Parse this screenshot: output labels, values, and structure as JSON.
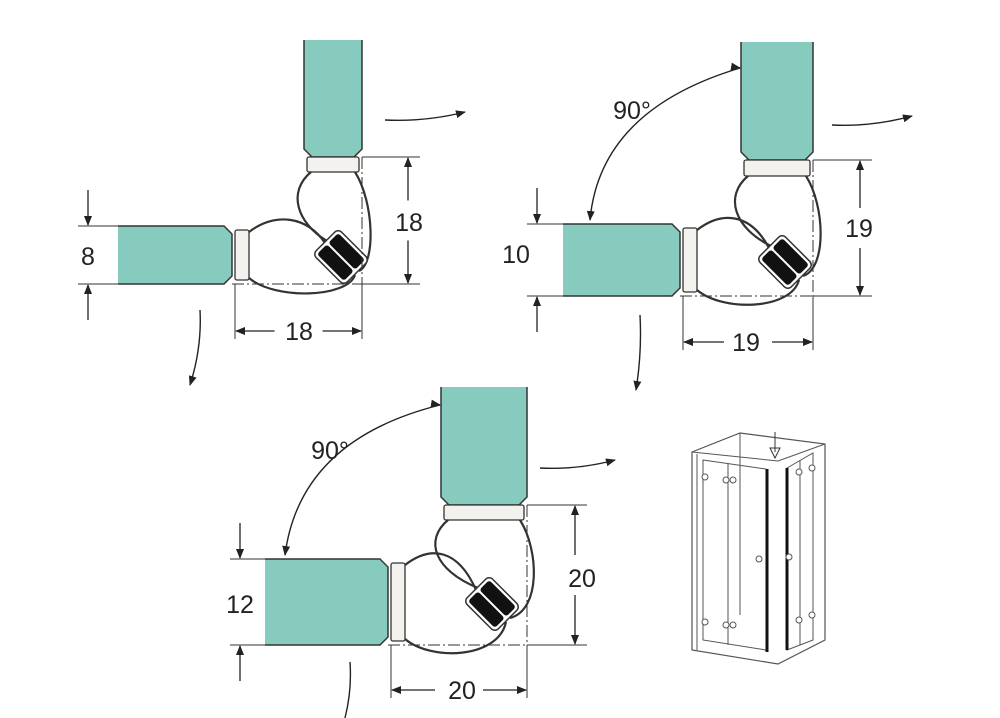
{
  "diagrams": [
    {
      "label_height": "8",
      "label_vertical": "18",
      "label_horizontal": "18",
      "label_angle": ""
    },
    {
      "label_height": "10",
      "label_vertical": "19",
      "label_horizontal": "19",
      "label_angle": "90°"
    },
    {
      "label_height": "12",
      "label_vertical": "20",
      "label_horizontal": "20",
      "label_angle": "90°"
    }
  ],
  "colors": {
    "glass": "#86cbbd",
    "magnet": "#111111",
    "line": "#333333"
  }
}
